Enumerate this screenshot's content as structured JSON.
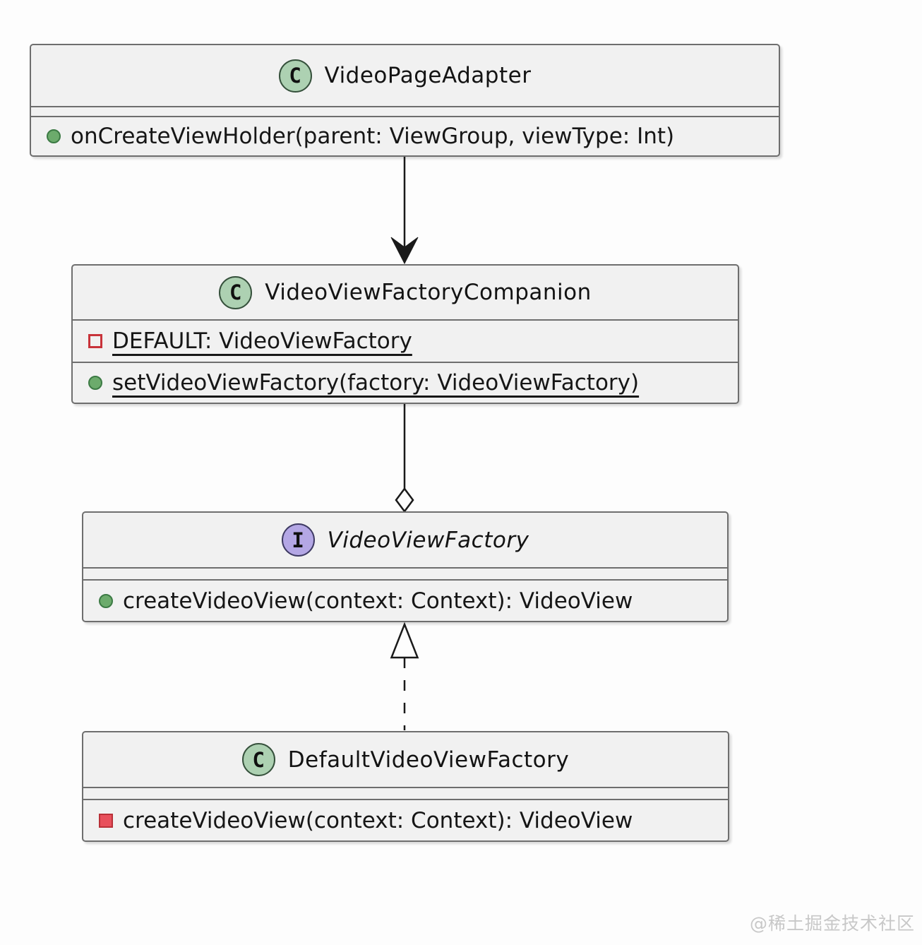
{
  "diagram": {
    "type": "uml-class-diagram",
    "classes": [
      {
        "badge": "C",
        "kind": "class",
        "name": "VideoPageAdapter",
        "fields": [],
        "methods": [
          {
            "visibility": "public",
            "icon": "public-method-icon",
            "static": false,
            "text": "onCreateViewHolder(parent: ViewGroup, viewType: Int)"
          }
        ]
      },
      {
        "badge": "C",
        "kind": "class",
        "name": "VideoViewFactoryCompanion",
        "fields": [
          {
            "visibility": "private",
            "icon": "private-field-icon",
            "static": true,
            "text": "DEFAULT: VideoViewFactory"
          }
        ],
        "methods": [
          {
            "visibility": "public",
            "icon": "public-method-icon",
            "static": true,
            "text": "setVideoViewFactory(factory: VideoViewFactory)"
          }
        ]
      },
      {
        "badge": "I",
        "kind": "interface",
        "name": "VideoViewFactory",
        "fields": [],
        "methods": [
          {
            "visibility": "public",
            "icon": "public-method-icon",
            "static": false,
            "text": "createVideoView(context: Context): VideoView"
          }
        ]
      },
      {
        "badge": "C",
        "kind": "class",
        "name": "DefaultVideoViewFactory",
        "fields": [],
        "methods": [
          {
            "visibility": "private",
            "icon": "private-method-icon",
            "static": false,
            "text": "createVideoView(context: Context): VideoView"
          }
        ]
      }
    ],
    "relations": [
      {
        "from": "VideoPageAdapter",
        "to": "VideoViewFactoryCompanion",
        "type": "directed-association",
        "line": "solid",
        "marker": "filled-vee-arrow-at-target"
      },
      {
        "from": "VideoViewFactoryCompanion",
        "to": "VideoViewFactory",
        "type": "aggregation",
        "line": "solid",
        "marker": "hollow-diamond-at-target"
      },
      {
        "from": "DefaultVideoViewFactory",
        "to": "VideoViewFactory",
        "type": "realization",
        "line": "dashed",
        "marker": "hollow-triangle-at-target"
      }
    ],
    "icons": {
      "class-badge-icon": "green circled letter C",
      "interface-badge-icon": "purple circled letter I",
      "public-method-icon": "filled green circle",
      "private-field-icon": "hollow red square",
      "private-method-icon": "filled red square"
    },
    "colors": {
      "box_fill": "#F1F1F1",
      "box_border": "#6E6E6E",
      "class_badge_fill": "#ADD1B2",
      "interface_badge_fill": "#B4A7E5",
      "public_green": "#6CAB6C",
      "private_red": "#C8333A",
      "line": "#1A1A1A",
      "watermark_gray": "#C8C8C8"
    }
  },
  "watermark": "@稀土掘金技术社区"
}
